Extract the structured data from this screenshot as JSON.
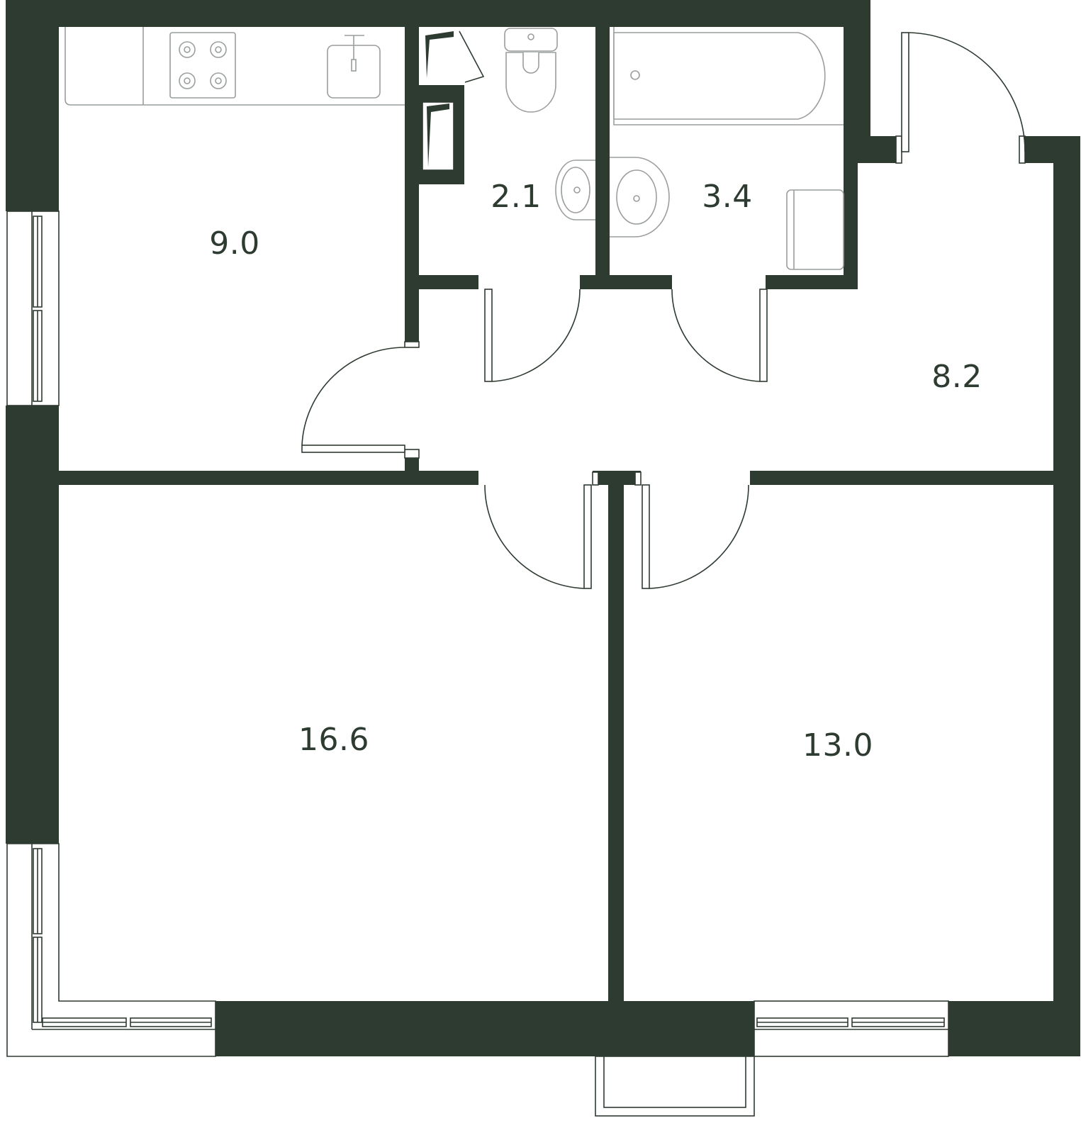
{
  "colors": {
    "wall": "#2e3b31",
    "line": "#2e3b31",
    "fixture": "#9a9f9b",
    "background": "#ffffff"
  },
  "rooms": {
    "kitchen": {
      "area": "9.0"
    },
    "toilet": {
      "area": "2.1"
    },
    "bathroom": {
      "area": "3.4"
    },
    "hallway": {
      "area": "8.2"
    },
    "living_room": {
      "area": "16.6"
    },
    "bedroom": {
      "area": "13.0"
    }
  }
}
